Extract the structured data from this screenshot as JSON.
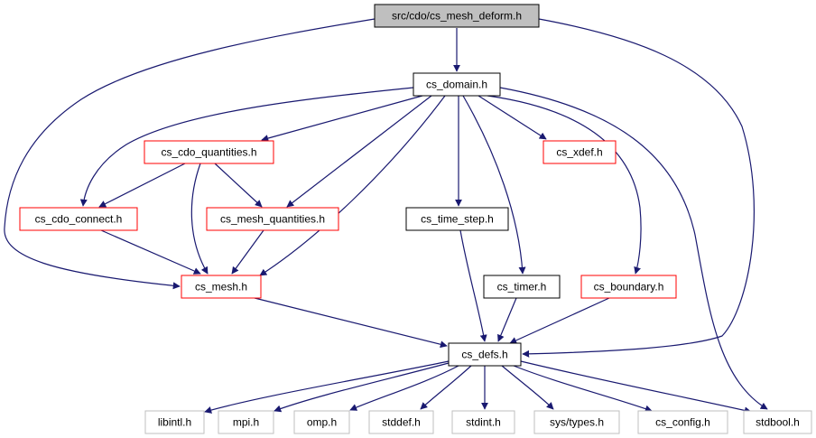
{
  "colors": {
    "edge": "#191970",
    "root_fill": "#bfbfbf",
    "root_stroke": "#000000",
    "internal_stroke": "#000000",
    "external_stroke": "#ff0000",
    "system_stroke": "#bfbfbf",
    "fill": "#ffffff",
    "text": "#000000"
  },
  "nodes": [
    {
      "id": "root",
      "label": "src/cdo/cs_mesh_deform.h",
      "kind": "root"
    },
    {
      "id": "domain",
      "label": "cs_domain.h",
      "kind": "internal"
    },
    {
      "id": "cdo_quantities",
      "label": "cs_cdo_quantities.h",
      "kind": "external"
    },
    {
      "id": "xdef",
      "label": "cs_xdef.h",
      "kind": "external"
    },
    {
      "id": "cdo_connect",
      "label": "cs_cdo_connect.h",
      "kind": "external"
    },
    {
      "id": "mesh_quantities",
      "label": "cs_mesh_quantities.h",
      "kind": "external"
    },
    {
      "id": "time_step",
      "label": "cs_time_step.h",
      "kind": "internal"
    },
    {
      "id": "mesh",
      "label": "cs_mesh.h",
      "kind": "external"
    },
    {
      "id": "timer",
      "label": "cs_timer.h",
      "kind": "internal"
    },
    {
      "id": "boundary",
      "label": "cs_boundary.h",
      "kind": "external"
    },
    {
      "id": "defs",
      "label": "cs_defs.h",
      "kind": "internal"
    },
    {
      "id": "libintl",
      "label": "libintl.h",
      "kind": "system"
    },
    {
      "id": "mpi",
      "label": "mpi.h",
      "kind": "system"
    },
    {
      "id": "omp",
      "label": "omp.h",
      "kind": "system"
    },
    {
      "id": "stddef",
      "label": "stddef.h",
      "kind": "system"
    },
    {
      "id": "stdint",
      "label": "stdint.h",
      "kind": "system"
    },
    {
      "id": "systypes",
      "label": "sys/types.h",
      "kind": "system"
    },
    {
      "id": "config",
      "label": "cs_config.h",
      "kind": "system"
    },
    {
      "id": "stdbool",
      "label": "stdbool.h",
      "kind": "system"
    }
  ],
  "edges": [
    {
      "from": "root",
      "to": "domain"
    },
    {
      "from": "root",
      "to": "mesh"
    },
    {
      "from": "root",
      "to": "defs"
    },
    {
      "from": "domain",
      "to": "cdo_quantities"
    },
    {
      "from": "domain",
      "to": "xdef"
    },
    {
      "from": "domain",
      "to": "cdo_connect"
    },
    {
      "from": "domain",
      "to": "mesh_quantities"
    },
    {
      "from": "domain",
      "to": "time_step"
    },
    {
      "from": "domain",
      "to": "mesh"
    },
    {
      "from": "domain",
      "to": "timer"
    },
    {
      "from": "domain",
      "to": "boundary"
    },
    {
      "from": "domain",
      "to": "stdbool"
    },
    {
      "from": "cdo_quantities",
      "to": "cdo_connect"
    },
    {
      "from": "cdo_quantities",
      "to": "mesh_quantities"
    },
    {
      "from": "cdo_quantities",
      "to": "mesh"
    },
    {
      "from": "cdo_connect",
      "to": "mesh"
    },
    {
      "from": "mesh_quantities",
      "to": "mesh"
    },
    {
      "from": "mesh",
      "to": "defs"
    },
    {
      "from": "time_step",
      "to": "defs"
    },
    {
      "from": "timer",
      "to": "defs"
    },
    {
      "from": "boundary",
      "to": "defs"
    },
    {
      "from": "defs",
      "to": "libintl"
    },
    {
      "from": "defs",
      "to": "mpi"
    },
    {
      "from": "defs",
      "to": "omp"
    },
    {
      "from": "defs",
      "to": "stddef"
    },
    {
      "from": "defs",
      "to": "stdint"
    },
    {
      "from": "defs",
      "to": "systypes"
    },
    {
      "from": "defs",
      "to": "config"
    },
    {
      "from": "defs",
      "to": "stdbool"
    }
  ]
}
